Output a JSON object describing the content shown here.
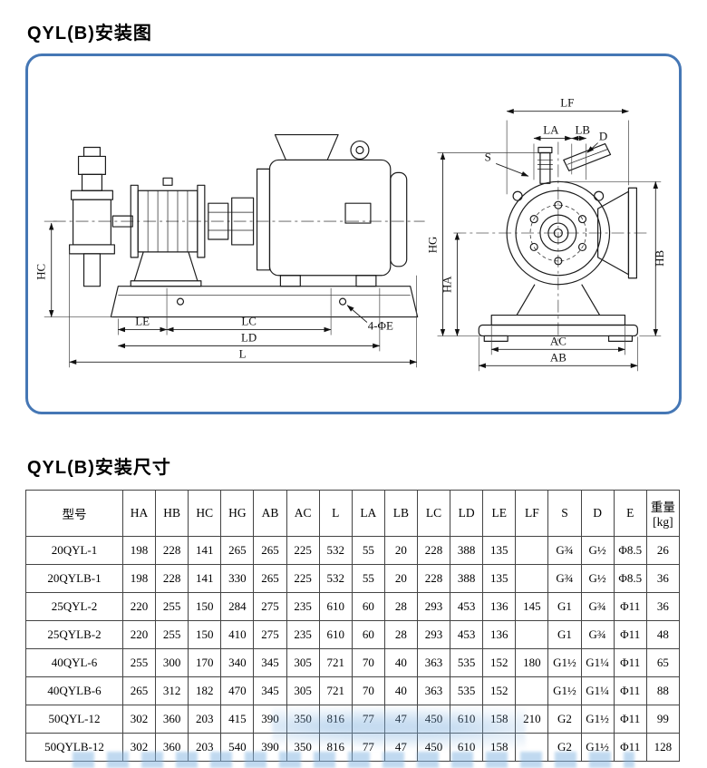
{
  "page": {
    "title_diagram": "QYL(B)安装图",
    "title_table": "QYL(B)安装尺寸"
  },
  "diagram": {
    "labels": {
      "hc": "HC",
      "le": "LE",
      "lc": "LC",
      "ld": "LD",
      "l": "L",
      "bolt_hole_note": "4-ΦE",
      "lf": "LF",
      "la": "LA",
      "lb": "LB",
      "d": "D",
      "s": "S",
      "hg": "HG",
      "ha": "HA",
      "hb": "HB",
      "ac": "AC",
      "ab": "AB"
    }
  },
  "table": {
    "headers": [
      "型号",
      "HA",
      "HB",
      "HC",
      "HG",
      "AB",
      "AC",
      "L",
      "LA",
      "LB",
      "LC",
      "LD",
      "LE",
      "LF",
      "S",
      "D",
      "E",
      "重量\n[kg]"
    ],
    "rows": [
      [
        "20QYL-1",
        "198",
        "228",
        "141",
        "265",
        "265",
        "225",
        "532",
        "55",
        "20",
        "228",
        "388",
        "135",
        "",
        "G¾",
        "G½",
        "Φ8.5",
        "26"
      ],
      [
        "20QYLB-1",
        "198",
        "228",
        "141",
        "330",
        "265",
        "225",
        "532",
        "55",
        "20",
        "228",
        "388",
        "135",
        "",
        "G¾",
        "G½",
        "Φ8.5",
        "36"
      ],
      [
        "25QYL-2",
        "220",
        "255",
        "150",
        "284",
        "275",
        "235",
        "610",
        "60",
        "28",
        "293",
        "453",
        "136",
        "145",
        "G1",
        "G¾",
        "Φ11",
        "36"
      ],
      [
        "25QYLB-2",
        "220",
        "255",
        "150",
        "410",
        "275",
        "235",
        "610",
        "60",
        "28",
        "293",
        "453",
        "136",
        "",
        "G1",
        "G¾",
        "Φ11",
        "48"
      ],
      [
        "40QYL-6",
        "255",
        "300",
        "170",
        "340",
        "345",
        "305",
        "721",
        "70",
        "40",
        "363",
        "535",
        "152",
        "180",
        "G1½",
        "G1¼",
        "Φ11",
        "65"
      ],
      [
        "40QYLB-6",
        "265",
        "312",
        "182",
        "470",
        "345",
        "305",
        "721",
        "70",
        "40",
        "363",
        "535",
        "152",
        "",
        "G1½",
        "G1¼",
        "Φ11",
        "88"
      ],
      [
        "50QYL-12",
        "302",
        "360",
        "203",
        "415",
        "390",
        "350",
        "816",
        "77",
        "47",
        "450",
        "610",
        "158",
        "210",
        "G2",
        "G1½",
        "Φ11",
        "99"
      ],
      [
        "50QYLB-12",
        "302",
        "360",
        "203",
        "540",
        "390",
        "350",
        "816",
        "77",
        "47",
        "450",
        "610",
        "158",
        "",
        "G2",
        "G1½",
        "Φ11",
        "128"
      ]
    ]
  }
}
